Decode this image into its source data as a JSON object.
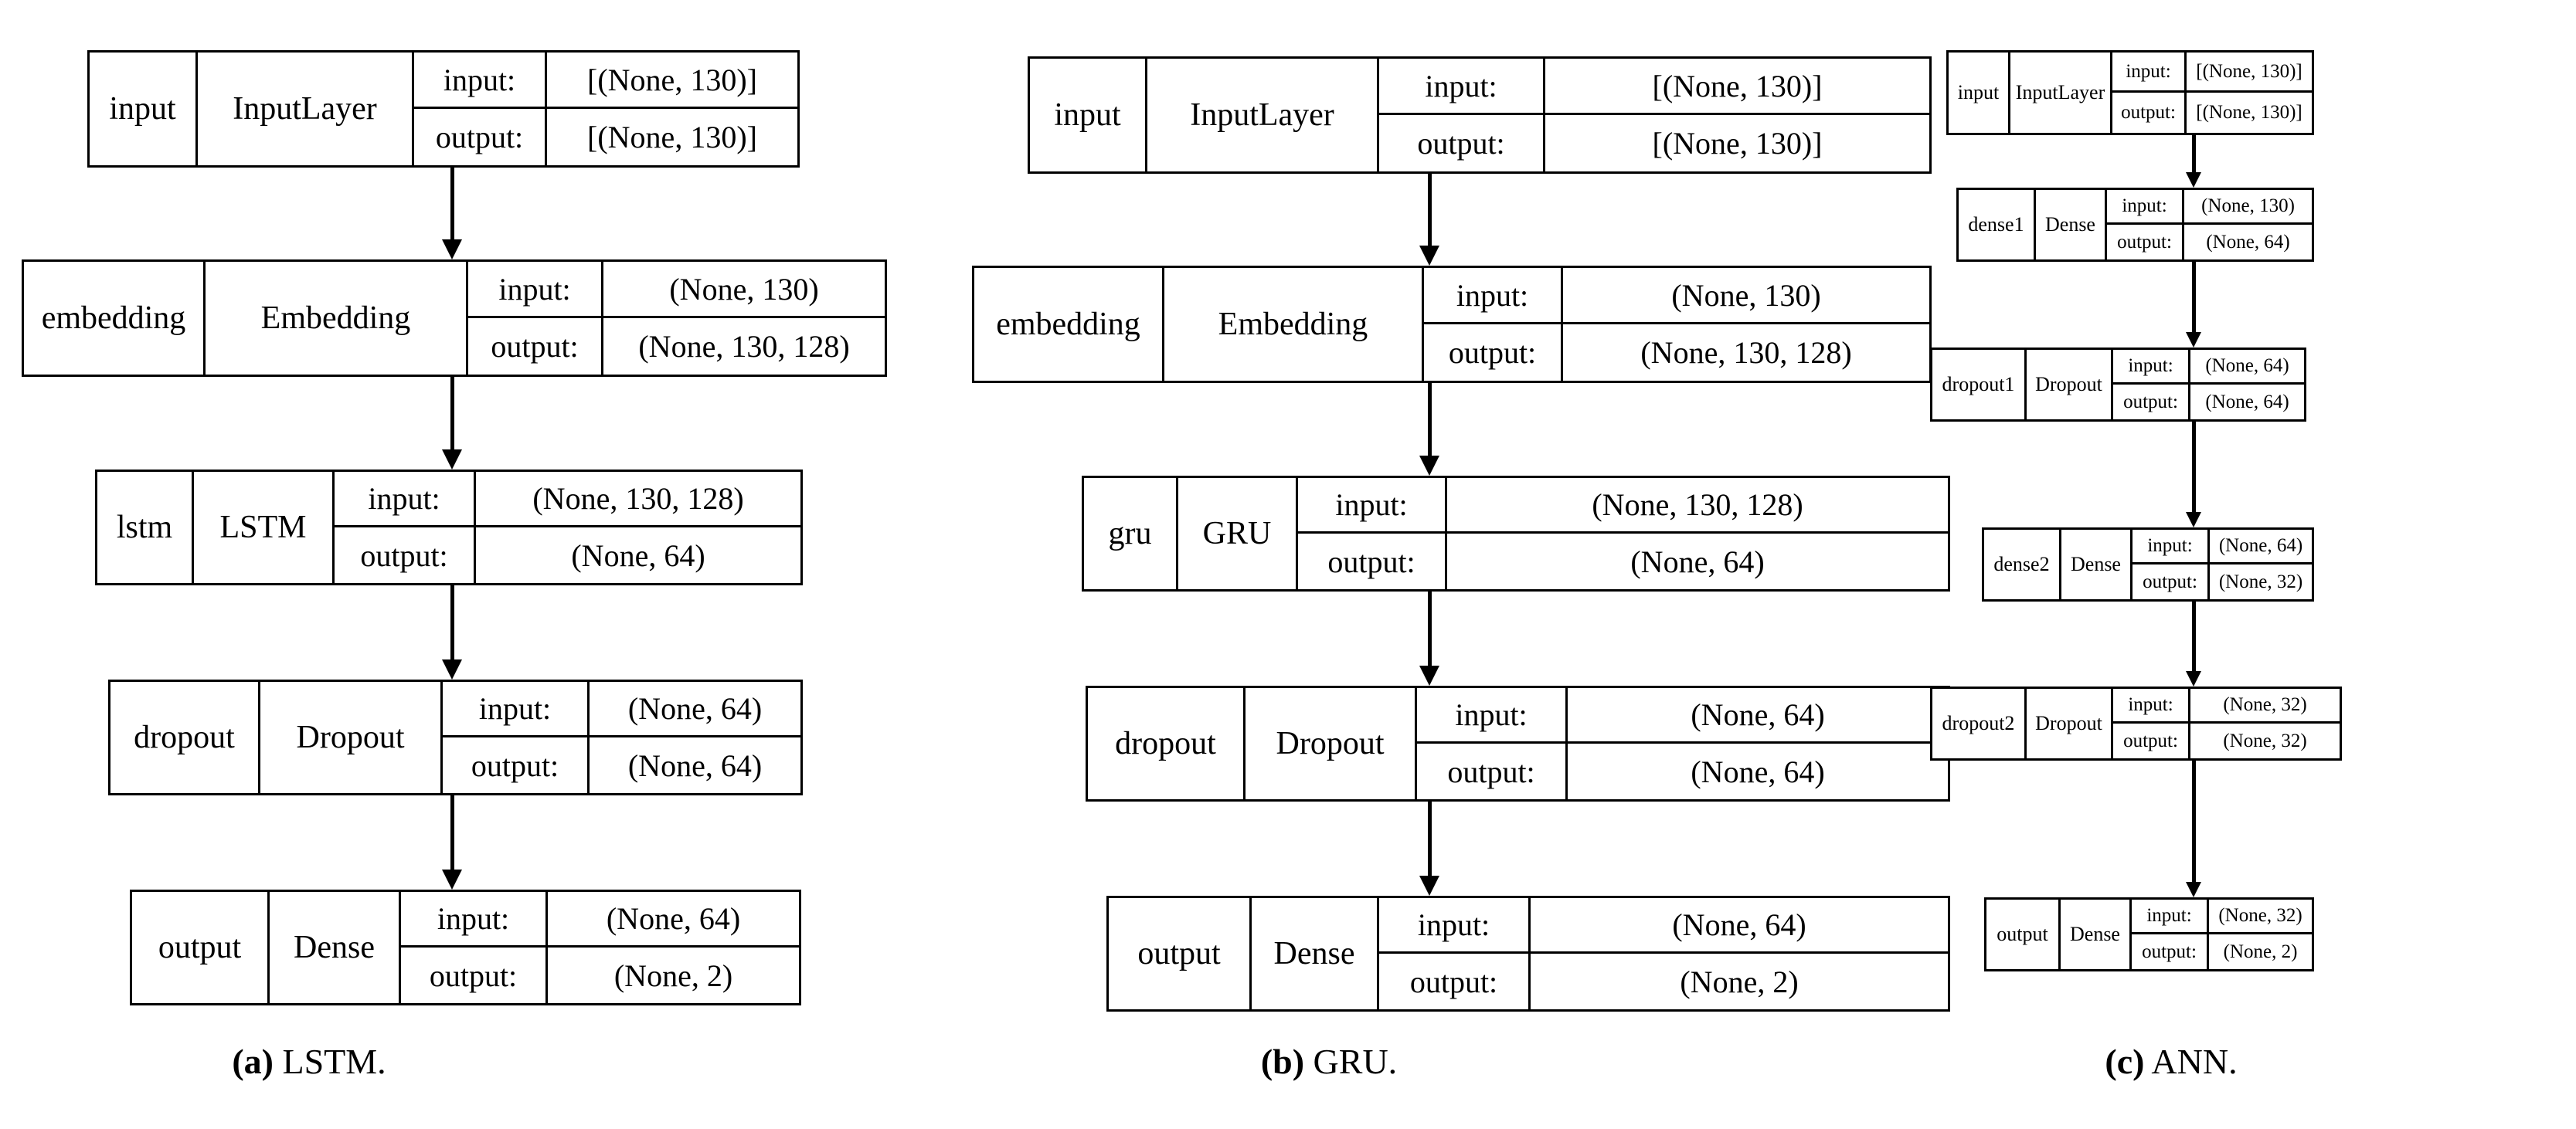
{
  "figure": {
    "type": "neural-network-architecture-diagram",
    "panels": [
      {
        "id": "a",
        "caption_tag": "(a)",
        "caption_text": " LSTM.",
        "layers": [
          {
            "name": "input",
            "type": "InputLayer",
            "in_label": "input:",
            "out_label": "output:",
            "in_shape": "[(None, 130)]",
            "out_shape": "[(None, 130)]"
          },
          {
            "name": "embedding",
            "type": "Embedding",
            "in_label": "input:",
            "out_label": "output:",
            "in_shape": "(None, 130)",
            "out_shape": "(None, 130, 128)"
          },
          {
            "name": "lstm",
            "type": "LSTM",
            "in_label": "input:",
            "out_label": "output:",
            "in_shape": "(None, 130, 128)",
            "out_shape": "(None, 64)"
          },
          {
            "name": "dropout",
            "type": "Dropout",
            "in_label": "input:",
            "out_label": "output:",
            "in_shape": "(None, 64)",
            "out_shape": "(None, 64)"
          },
          {
            "name": "output",
            "type": "Dense",
            "in_label": "input:",
            "out_label": "output:",
            "in_shape": "(None, 64)",
            "out_shape": "(None, 2)"
          }
        ]
      },
      {
        "id": "b",
        "caption_tag": "(b)",
        "caption_text": " GRU.",
        "layers": [
          {
            "name": "input",
            "type": "InputLayer",
            "in_label": "input:",
            "out_label": "output:",
            "in_shape": "[(None, 130)]",
            "out_shape": "[(None, 130)]"
          },
          {
            "name": "embedding",
            "type": "Embedding",
            "in_label": "input:",
            "out_label": "output:",
            "in_shape": "(None, 130)",
            "out_shape": "(None, 130, 128)"
          },
          {
            "name": "gru",
            "type": "GRU",
            "in_label": "input:",
            "out_label": "output:",
            "in_shape": "(None, 130, 128)",
            "out_shape": "(None, 64)"
          },
          {
            "name": "dropout",
            "type": "Dropout",
            "in_label": "input:",
            "out_label": "output:",
            "in_shape": "(None, 64)",
            "out_shape": "(None, 64)"
          },
          {
            "name": "output",
            "type": "Dense",
            "in_label": "input:",
            "out_label": "output:",
            "in_shape": "(None, 64)",
            "out_shape": "(None, 2)"
          }
        ]
      },
      {
        "id": "c",
        "caption_tag": "(c)",
        "caption_text": " ANN.",
        "layers": [
          {
            "name": "input",
            "type": "InputLayer",
            "in_label": "input:",
            "out_label": "output:",
            "in_shape": "[(None, 130)]",
            "out_shape": "[(None, 130)]"
          },
          {
            "name": "dense1",
            "type": "Dense",
            "in_label": "input:",
            "out_label": "output:",
            "in_shape": "(None, 130)",
            "out_shape": "(None, 64)"
          },
          {
            "name": "dropout1",
            "type": "Dropout",
            "in_label": "input:",
            "out_label": "output:",
            "in_shape": "(None, 64)",
            "out_shape": "(None, 64)"
          },
          {
            "name": "dense2",
            "type": "Dense",
            "in_label": "input:",
            "out_label": "output:",
            "in_shape": "(None, 64)",
            "out_shape": "(None, 32)"
          },
          {
            "name": "dropout2",
            "type": "Dropout",
            "in_label": "input:",
            "out_label": "output:",
            "in_shape": "(None, 32)",
            "out_shape": "(None, 32)"
          },
          {
            "name": "output",
            "type": "Dense",
            "in_label": "input:",
            "out_label": "output:",
            "in_shape": "(None, 32)",
            "out_shape": "(None, 2)"
          }
        ]
      }
    ],
    "colors": {
      "stroke": "#000000",
      "background": "#ffffff"
    }
  }
}
